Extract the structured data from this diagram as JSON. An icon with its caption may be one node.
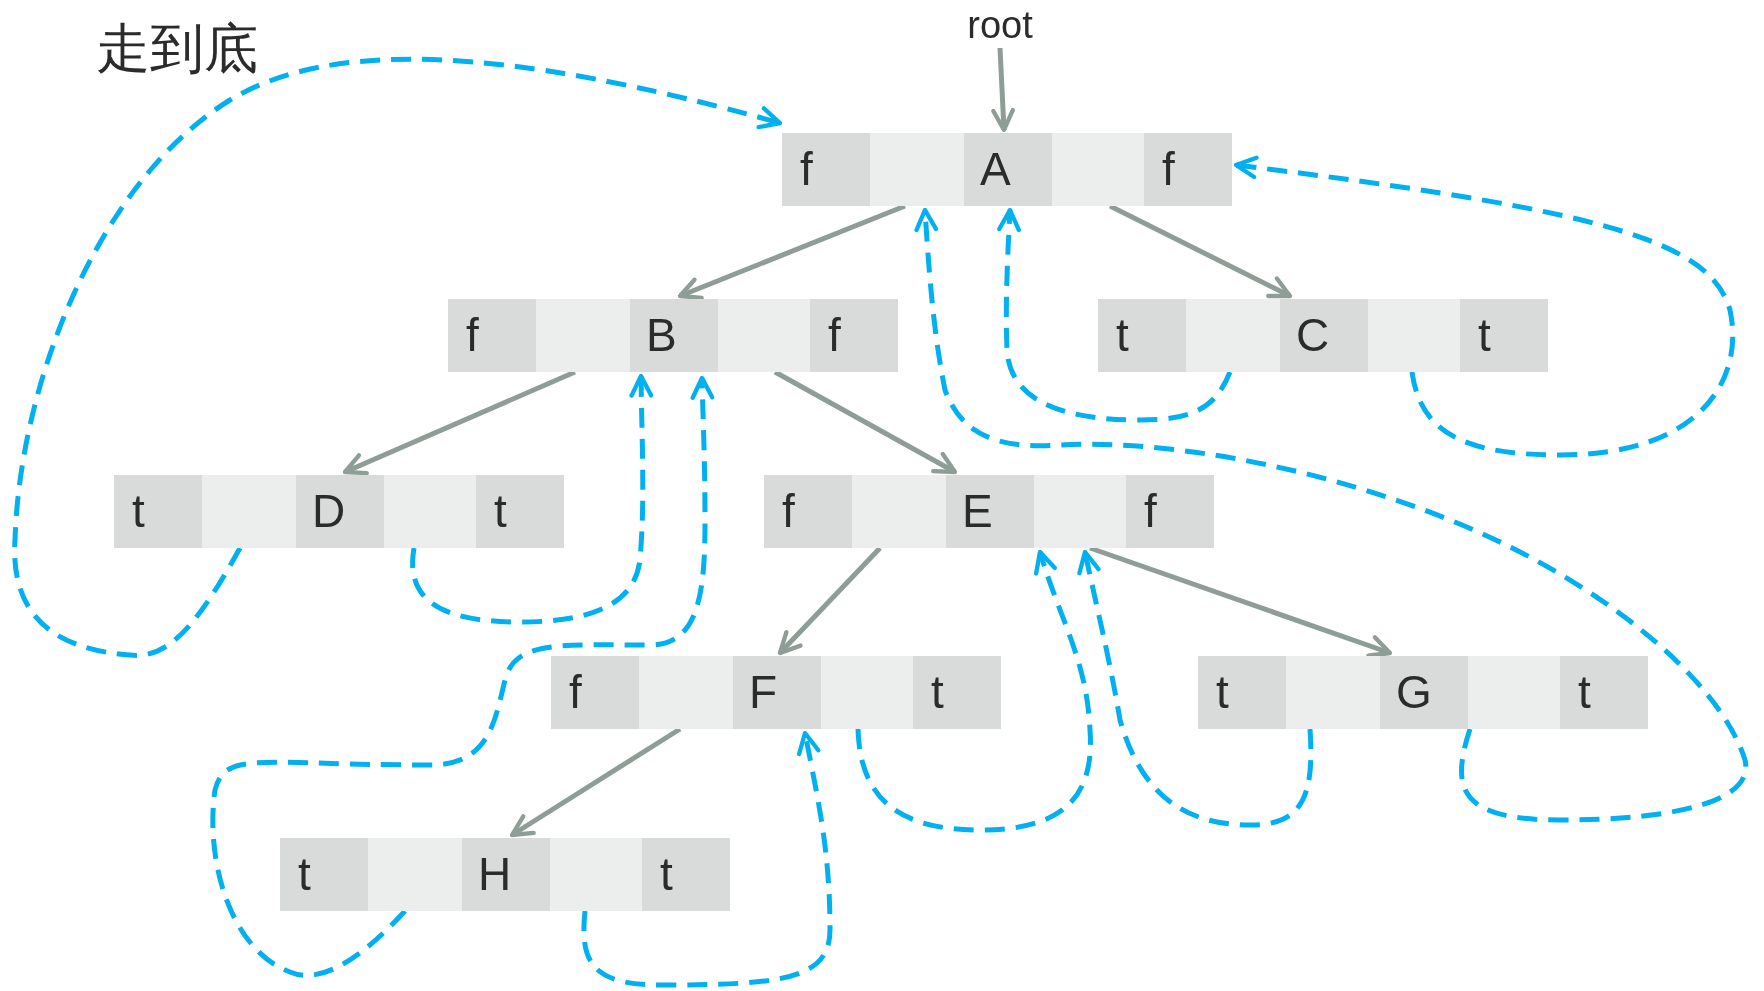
{
  "diagram": {
    "nodes": [
      {
        "text": [
          "root"
        ]
      },
      {
        "text": [
          "f",
          "A",
          "f"
        ]
      },
      {
        "text": [
          "f",
          "B",
          "f"
        ]
      },
      {
        "text": [
          "t",
          "C",
          "t"
        ]
      },
      {
        "text": [
          "t",
          "D",
          "t"
        ]
      },
      {
        "text": [
          "f",
          "E",
          "f"
        ]
      },
      {
        "text": [
          "f",
          "F",
          "t"
        ]
      },
      {
        "text": [
          "t",
          "G",
          "t"
        ]
      },
      {
        "text": [
          "t",
          "H",
          "t"
        ]
      }
    ],
    "edges": [
      {
        "from": 0,
        "to": 1,
        "arrow": "to",
        "color": "#8e9e96"
      },
      {
        "from": 1,
        "to": 2,
        "arrow": "to",
        "color": "#8e9e96"
      },
      {
        "from": 1,
        "to": 3,
        "arrow": "to",
        "color": "#8e9e96"
      },
      {
        "from": 2,
        "to": 4,
        "arrow": "to",
        "color": "#8e9e96"
      },
      {
        "from": 2,
        "to": 5,
        "arrow": "to",
        "color": "#8e9e96"
      },
      {
        "from": 5,
        "to": 6,
        "arrow": "to",
        "color": "#8e9e96"
      },
      {
        "from": 5,
        "to": 7,
        "arrow": "to",
        "color": "#8e9e96"
      },
      {
        "from": 6,
        "to": 8,
        "arrow": "to",
        "color": "#8e9e96"
      },
      {
        "from": 4,
        "to": 1,
        "arrow": "to",
        "style": "dashed",
        "color": "#00b0f0"
      },
      {
        "from": 4,
        "to": 2,
        "arrow": "to",
        "style": "dashed",
        "color": "#00b0f0"
      },
      {
        "from": 8,
        "to": 2,
        "arrow": "to",
        "style": "dashed",
        "color": "#00b0f0"
      },
      {
        "from": 8,
        "to": 6,
        "arrow": "to",
        "style": "dashed",
        "color": "#00b0f0"
      },
      {
        "from": 6,
        "to": 5,
        "arrow": "to",
        "style": "dashed",
        "color": "#00b0f0"
      },
      {
        "from": 7,
        "to": 5,
        "arrow": "to",
        "style": "dashed",
        "color": "#00b0f0"
      },
      {
        "from": 7,
        "to": 1,
        "arrow": "to",
        "style": "dashed",
        "color": "#00b0f0"
      },
      {
        "from": 3,
        "to": 1,
        "arrow": "to",
        "style": "dashed",
        "color": "#00b0f0"
      },
      {
        "from": 3,
        "to": 1,
        "arrow": "to",
        "style": "dashed",
        "color": "#00b0f0"
      }
    ],
    "labels": [
      "走到底"
    ]
  }
}
